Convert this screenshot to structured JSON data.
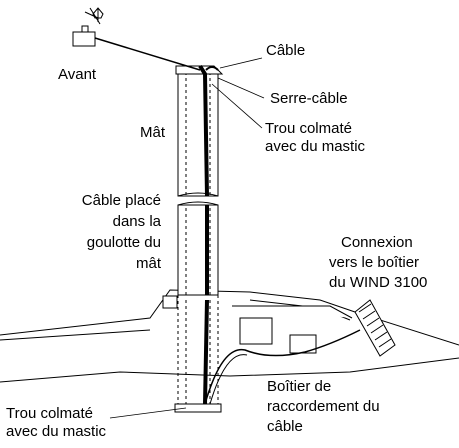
{
  "labels": {
    "avant": "Avant",
    "cable": "Câble",
    "serre_cable": "Serre-câble",
    "trou_haut_l1": "Trou colmaté",
    "trou_haut_l2": "avec du mastic",
    "mat": "Mât",
    "cable_place_l1": "Câble placé",
    "cable_place_l2": "dans la",
    "cable_place_l3": "goulotte du",
    "cable_place_l4": "mât",
    "connexion_l1": "Connexion",
    "connexion_l2": "vers le boîtier",
    "connexion_l3": "du WIND 3100",
    "boitier_l1": "Boîtier de",
    "boitier_l2": "raccordement du",
    "boitier_l3": "câble",
    "trou_bas_l1": "Trou colmaté",
    "trou_bas_l2": "avec du mastic"
  },
  "colors": {
    "line": "#000000",
    "fill": "#ffffff",
    "cable": "#000000"
  }
}
